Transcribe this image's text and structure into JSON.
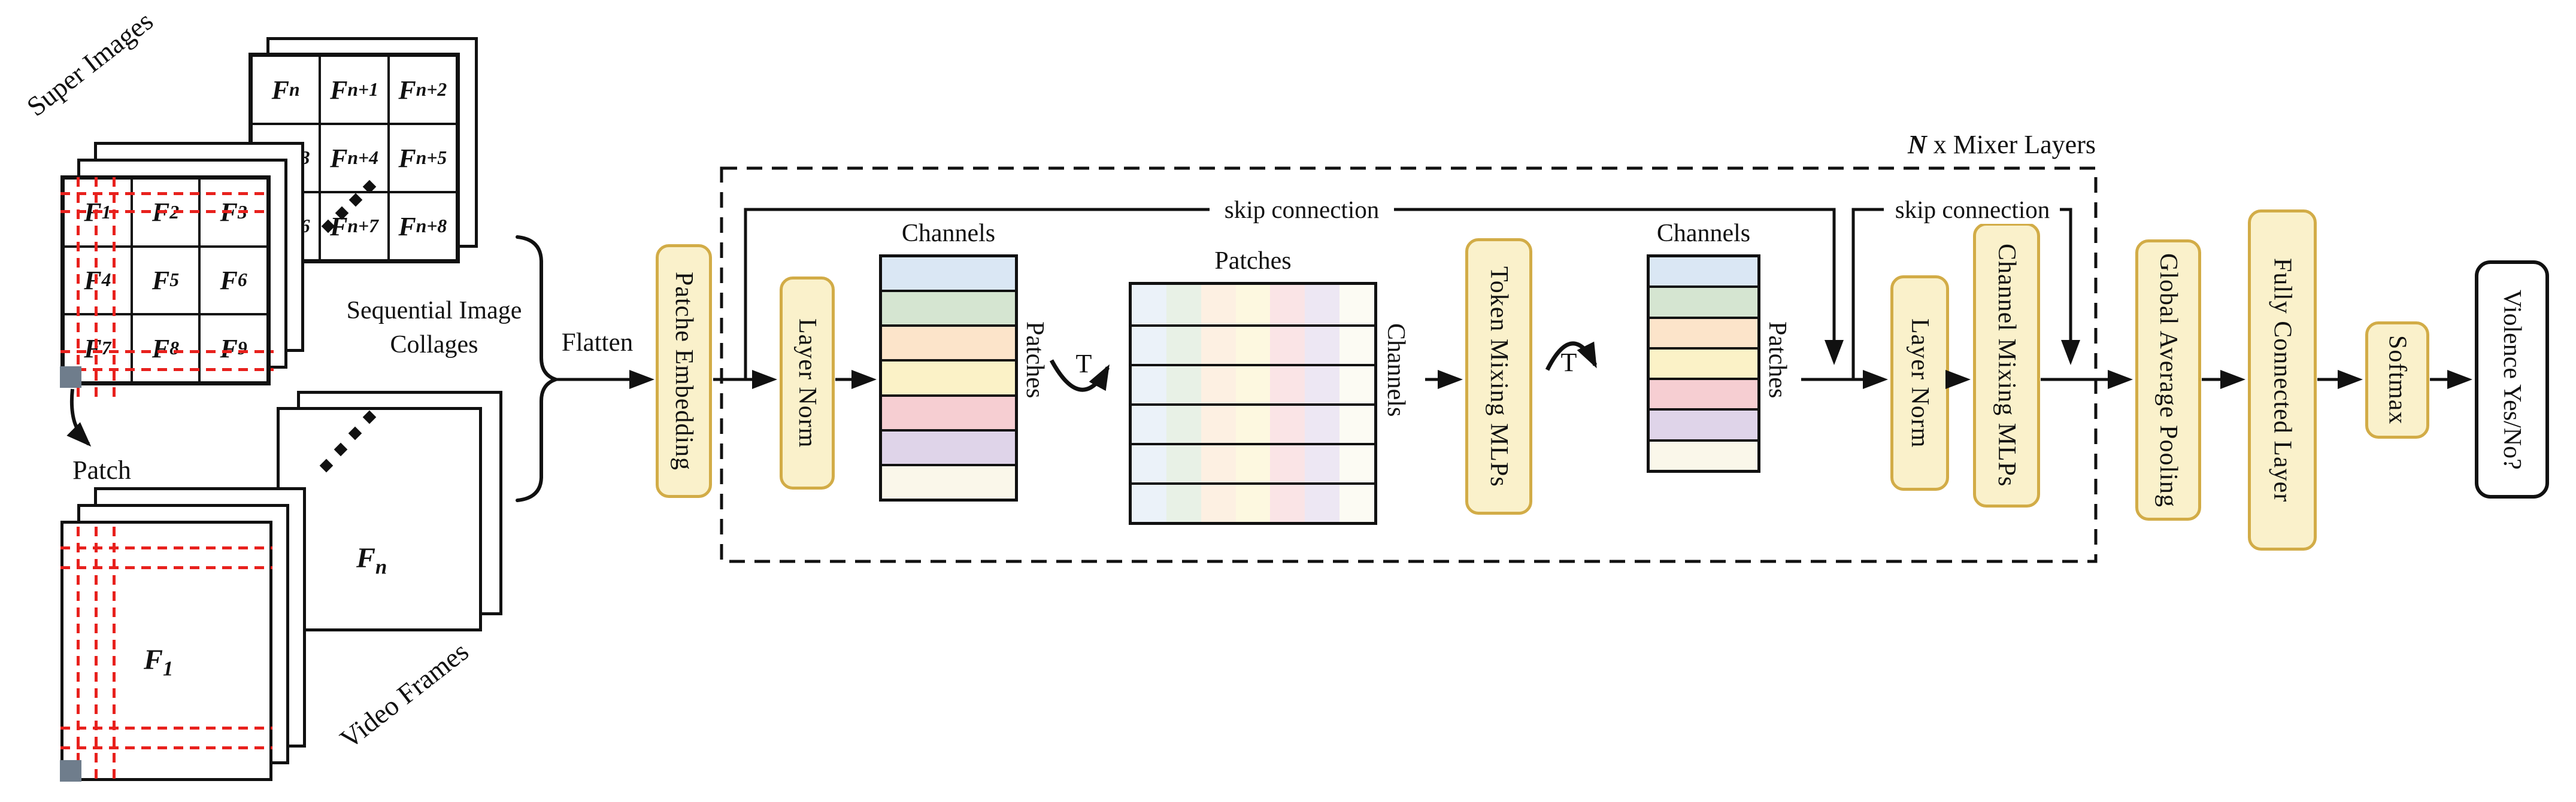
{
  "diagram": {
    "labels": {
      "super_images": "Super Images",
      "sequential_collages_line1": "Sequential Image",
      "sequential_collages_line2": "Collages",
      "patch": "Patch",
      "video_frames": "Video Frames",
      "flatten": "Flatten",
      "n_mixer_n": "N",
      "n_mixer_rest": " x Mixer Layers",
      "skip_connection_1": "skip connection",
      "skip_connection_2": "skip connection",
      "transpose_1": "T",
      "transpose_2": "T"
    },
    "collage_back_cells": [
      {
        "b": "F",
        "s": "n"
      },
      {
        "b": "F",
        "s": "n+1"
      },
      {
        "b": "F",
        "s": "n+2"
      },
      {
        "b": "F",
        "s": "n+3"
      },
      {
        "b": "F",
        "s": "n+4"
      },
      {
        "b": "F",
        "s": "n+5"
      },
      {
        "b": "F",
        "s": "n+6"
      },
      {
        "b": "F",
        "s": "n+7"
      },
      {
        "b": "F",
        "s": "n+8"
      }
    ],
    "collage_front_cells": [
      {
        "b": "F",
        "s": "1"
      },
      {
        "b": "F",
        "s": "2"
      },
      {
        "b": "F",
        "s": "3"
      },
      {
        "b": "F",
        "s": "4"
      },
      {
        "b": "F",
        "s": "5"
      },
      {
        "b": "F",
        "s": "6"
      },
      {
        "b": "F",
        "s": "7"
      },
      {
        "b": "F",
        "s": "8"
      },
      {
        "b": "F",
        "s": "9"
      }
    ],
    "video_frame_front_label": {
      "b": "F",
      "s": "1"
    },
    "video_frame_back_label": {
      "b": "F",
      "s": "n"
    },
    "matrix_row_colors": [
      "#dae7f4",
      "#d5e5d1",
      "#fce4ca",
      "#fbf2c7",
      "#f6ced2",
      "#dfd4e9",
      "#faf7ea"
    ],
    "matrix1": {
      "top_label": "Channels",
      "side_label": "Patches",
      "row_count": 7
    },
    "matrix2": {
      "top_label": "Patches",
      "side_label": "Channels",
      "col_count": 7,
      "row_count": 6
    },
    "matrix3": {
      "top_label": "Channels",
      "side_label": "Patches",
      "row_count": 7
    },
    "boxes": {
      "patche_embedding": "Patche Embedding",
      "layer_norm_1": "Layer Norm",
      "token_mixing_mlps": "Token Mixing MLPs",
      "layer_norm_2": "Layer Norm",
      "channel_mixing_mlps": "Channel Mixing MLPs",
      "global_average_pooling": "Global Average Pooling",
      "fully_connected_layer": "Fully Connected Layer",
      "softmax": "Softmax",
      "output_decision": "Violence Yes/No?"
    },
    "colors": {
      "box_fill": "#faf1cb",
      "box_border": "#d2ac47",
      "accent_red": "#e8211d",
      "patch_gray": "#6f7d8c",
      "line_black": "#111111"
    }
  }
}
